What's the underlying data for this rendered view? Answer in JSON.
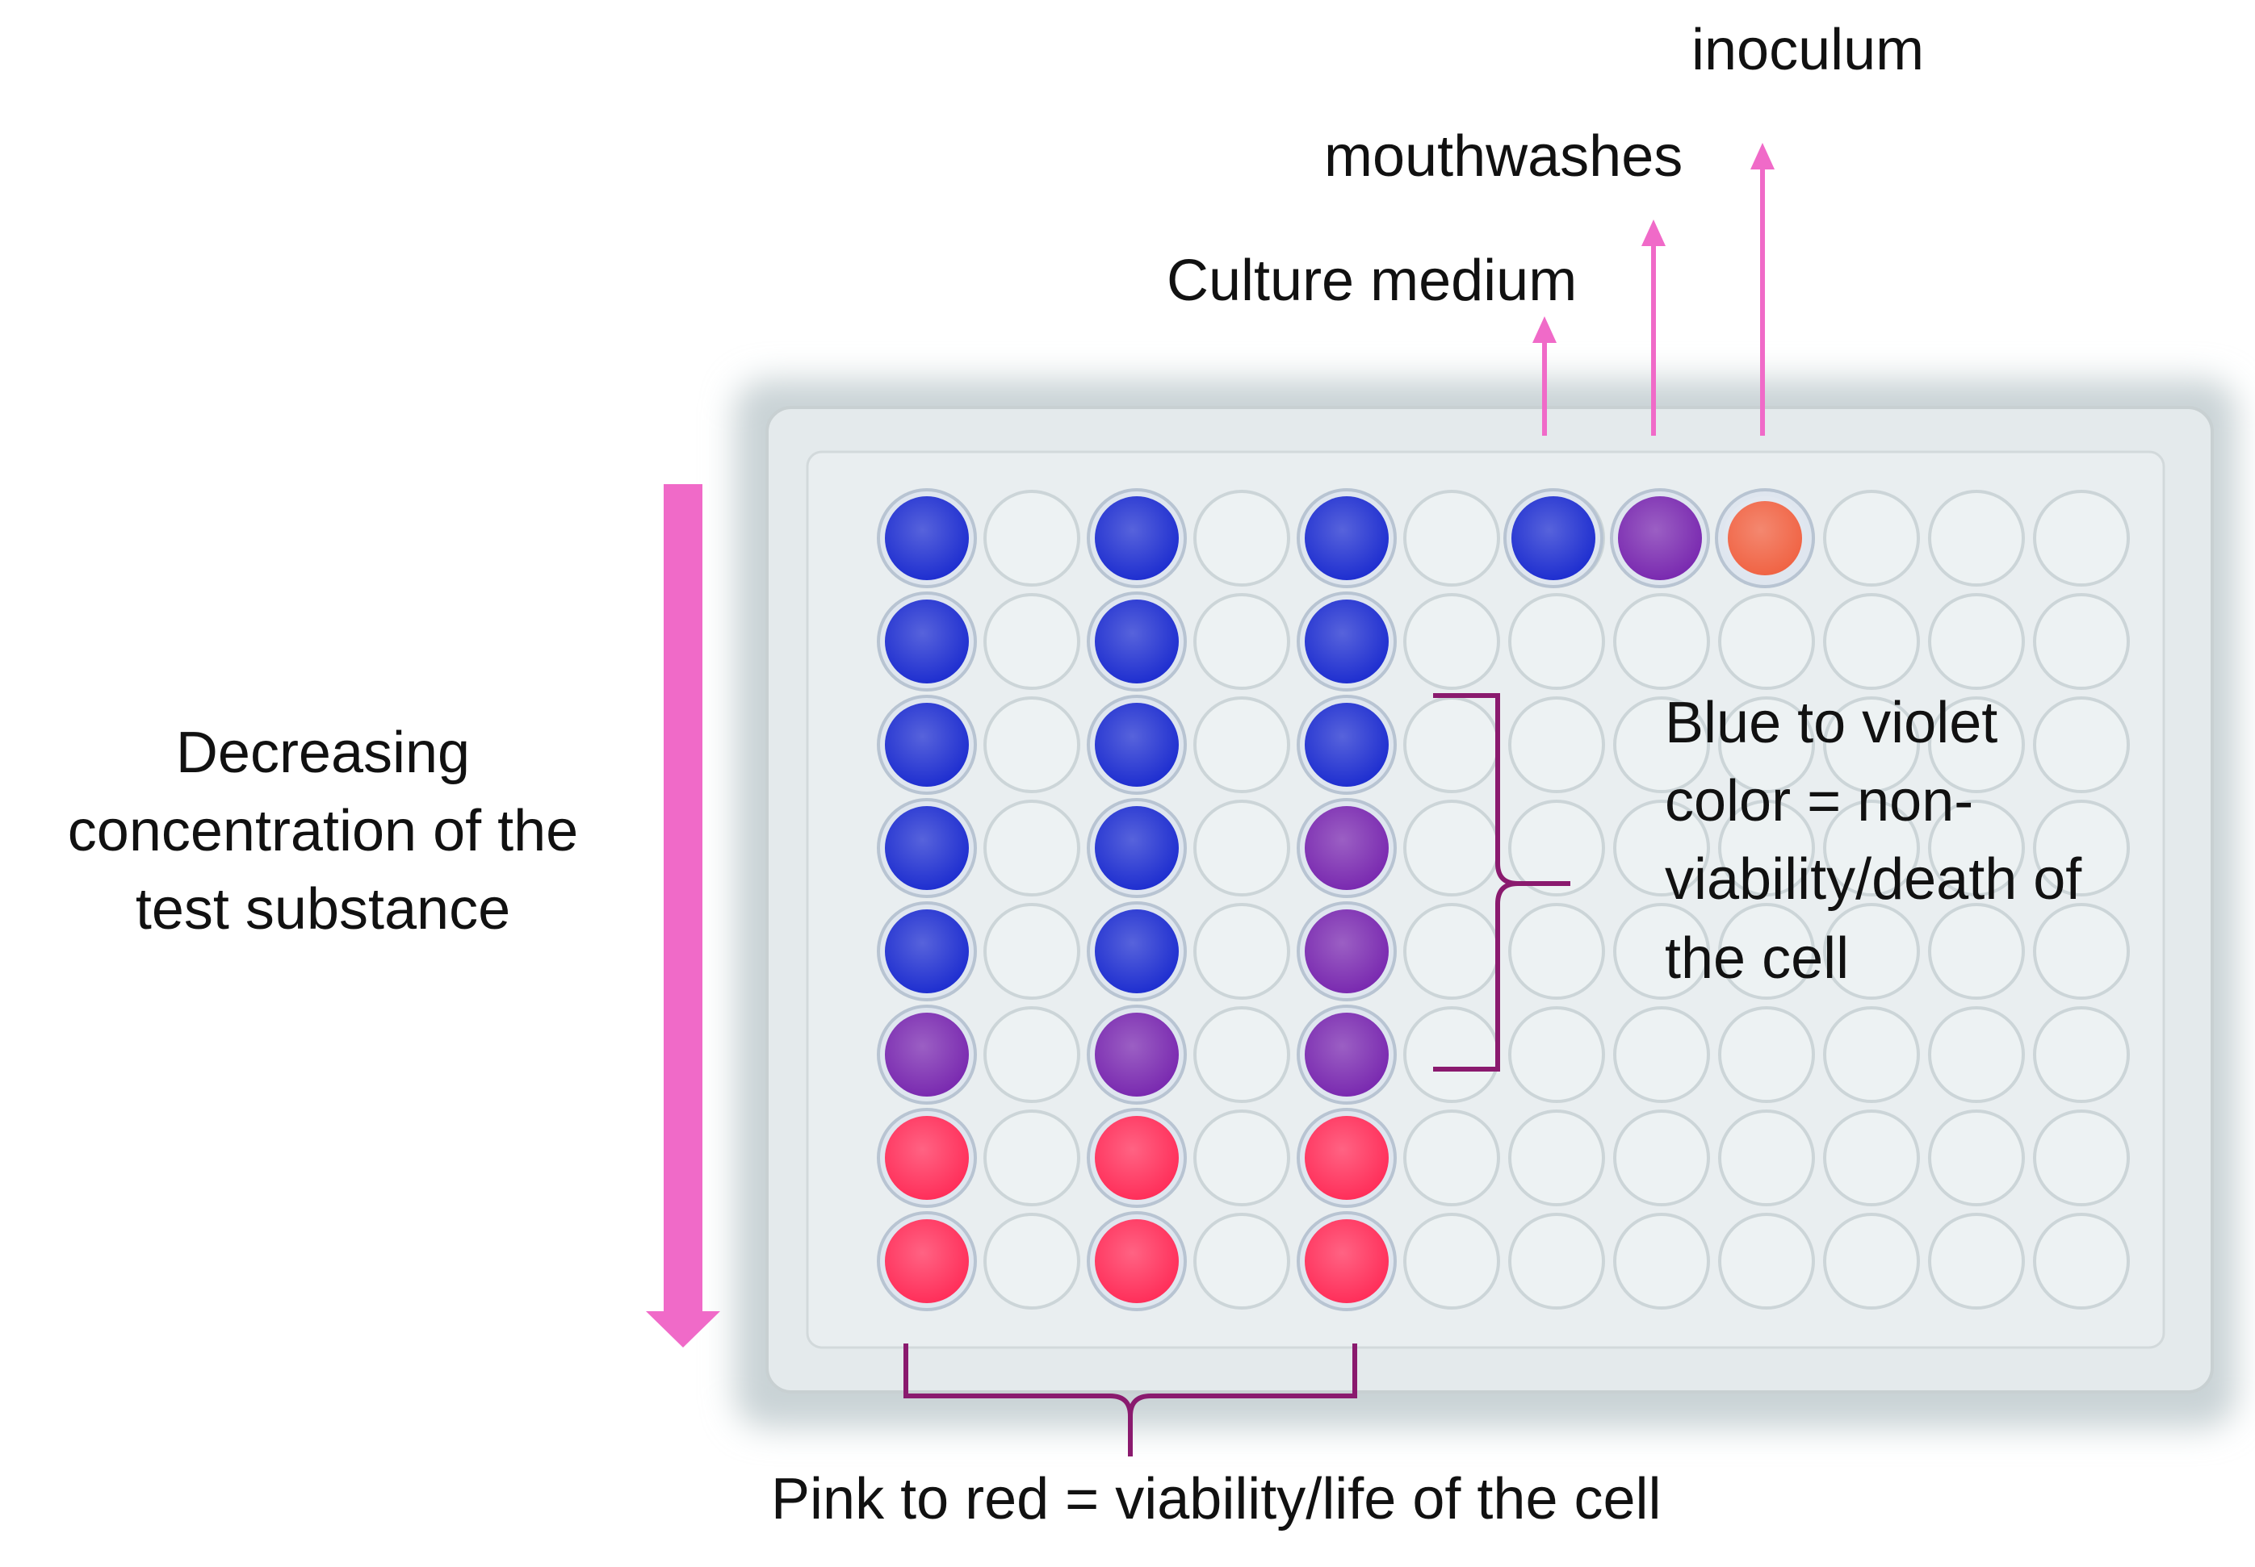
{
  "labels": {
    "inoculum": "inoculum",
    "mouthwashes": "mouthwashes",
    "culture_medium": "Culture medium",
    "decreasing": [
      "Decreasing",
      "concentration of the",
      "test substance"
    ],
    "blue_violet": [
      "Blue to violet",
      "color = non-",
      "viability/death of",
      "the cell"
    ],
    "pink_red": "Pink to red = viability/life of the cell"
  },
  "colors": {
    "arrow": "#f06ac8",
    "bracket": "#8a1a6e",
    "blue": "#1f2fd0",
    "violet": "#7a2ab0",
    "red": "#ff2f5a",
    "orange": "#f06040",
    "plate": "#dfe6e8"
  },
  "plate": {
    "test_columns": [
      [
        "blue",
        "blue",
        "blue",
        "blue",
        "blue",
        "violet",
        "red",
        "red"
      ],
      [
        "blue",
        "blue",
        "blue",
        "blue",
        "blue",
        "violet",
        "red",
        "red"
      ],
      [
        "blue",
        "blue",
        "blue",
        "violet",
        "violet",
        "violet",
        "red",
        "red"
      ]
    ],
    "controls": [
      "blue",
      "violet",
      "orange"
    ]
  }
}
